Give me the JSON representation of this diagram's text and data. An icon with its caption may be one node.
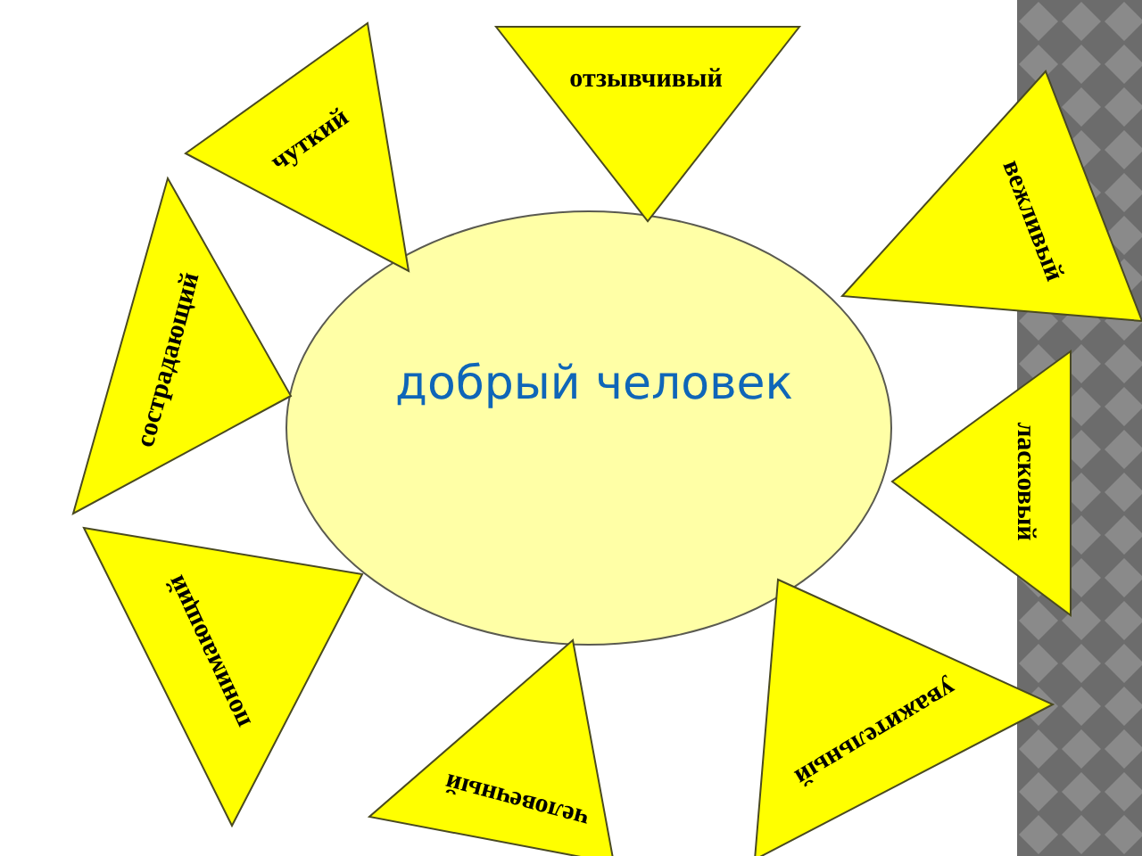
{
  "diagram": {
    "nodes": [
      {
        "text": [
          "добрый человек"
        ]
      },
      {
        "text": [
          "отзывчивый"
        ]
      },
      {
        "text": [
          "вежливый"
        ]
      },
      {
        "text": [
          "ласковый"
        ]
      },
      {
        "text": [
          "уважительный"
        ]
      },
      {
        "text": [
          "человечный"
        ]
      },
      {
        "text": [
          "понимающий"
        ]
      },
      {
        "text": [
          "сострадающий"
        ]
      },
      {
        "text": [
          "чуткий"
        ]
      }
    ]
  }
}
